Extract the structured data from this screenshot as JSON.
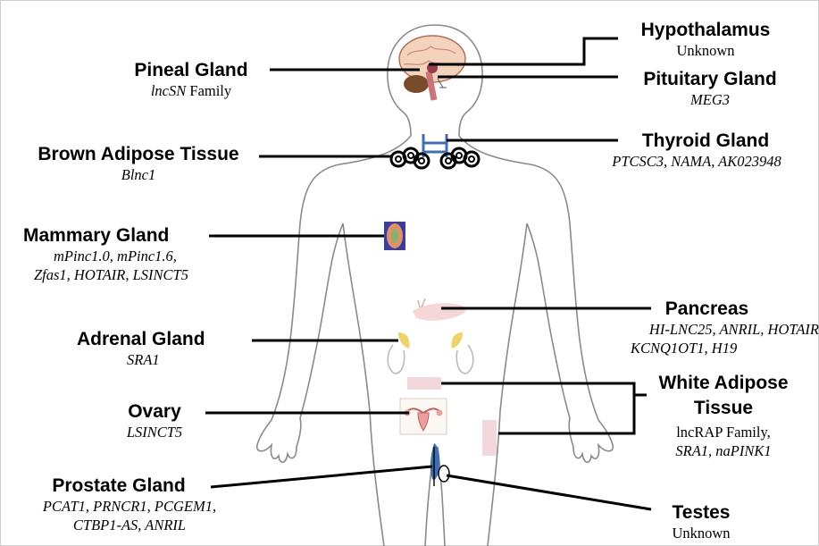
{
  "organs": {
    "hypothalamus": {
      "name": "Hypothalamus",
      "genes": "Unknown"
    },
    "pineal": {
      "name": "Pineal Gland",
      "genes_italic": "lncSN",
      "genes_rest": " Family"
    },
    "pituitary": {
      "name": "Pituitary Gland",
      "genes": "MEG3"
    },
    "brown_adipose": {
      "name": "Brown Adipose Tissue",
      "genes": "Blnc1"
    },
    "thyroid": {
      "name": "Thyroid Gland",
      "genes": "PTCSC3, NAMA, AK023948"
    },
    "mammary": {
      "name": "Mammary Gland",
      "genes_line1": "mPinc1.0, mPinc1.6,",
      "genes_line2": "Zfas1, HOTAIR, LSINCT5"
    },
    "pancreas": {
      "name": "Pancreas",
      "genes_line1": "HI-LNC25, ANRIL, HOTAIR",
      "genes_line2": "KCNQ1OT1, H19"
    },
    "adrenal": {
      "name": "Adrenal Gland",
      "genes": "SRA1"
    },
    "white_adipose": {
      "name_line1": "White Adipose",
      "name_line2": "Tissue",
      "genes_line1": "lncRAP Family,",
      "genes_line2": "SRA1, naPINK1"
    },
    "ovary": {
      "name": "Ovary",
      "genes": "LSINCT5"
    },
    "prostate": {
      "name": "Prostate Gland",
      "genes_line1": "PCAT1, PRNCR1, PCGEM1,",
      "genes_line2": "CTBP1-AS, ANRIL"
    },
    "testes": {
      "name": "Testes",
      "genes": "Unknown"
    }
  }
}
